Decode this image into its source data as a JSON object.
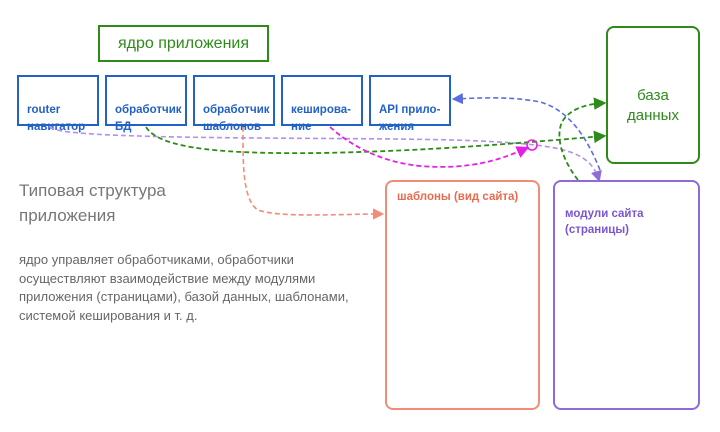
{
  "core_label": "ядро приложения",
  "modules": [
    {
      "id": "router",
      "label": "router\nнавигатор"
    },
    {
      "id": "db-handler",
      "label": "обработчик\nБД"
    },
    {
      "id": "template-handler",
      "label": "обработчик\nшаблонов"
    },
    {
      "id": "cache",
      "label": "кеширова-\nние"
    },
    {
      "id": "api",
      "label": "API прило-\nжения"
    }
  ],
  "database_label": "база\nданных",
  "templates_label": "шаблоны (вид сайта)",
  "pages_label": "модули сайта\n(страницы)",
  "heading": "Типовая структура приложения",
  "description": "ядро управляет обработчиками, обработчики осуществляют взаимодействие между модулями приложения (страницами), базой данных, шаблонами, системой кеширования и т. д.",
  "colors": {
    "core": "#2e8b1a",
    "modules": "#2262c6",
    "templates": "#f08c78",
    "pages": "#8e6bd8",
    "cache_link": "#e61ee6",
    "text": "#777777"
  }
}
